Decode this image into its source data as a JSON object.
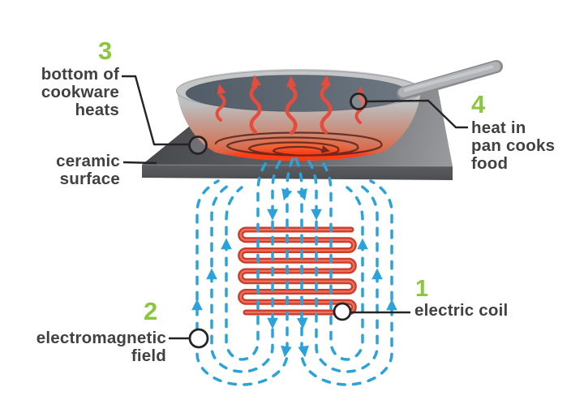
{
  "steps": {
    "one": {
      "number": "1",
      "lines": [
        "electric coil"
      ]
    },
    "two": {
      "number": "2",
      "lines": [
        "electromagnetic",
        "field"
      ]
    },
    "three": {
      "number": "3",
      "lines": [
        "bottom of",
        "cookware",
        "heats"
      ]
    },
    "four": {
      "number": "4",
      "lines": [
        "heat in",
        "pan cooks",
        "food"
      ]
    }
  },
  "surface_label": {
    "lines": [
      "ceramic",
      "surface"
    ]
  },
  "colors": {
    "background": "#FFFFFF",
    "step-number-green": "#8CC63F",
    "label-text": "#414042",
    "field-blue": "#2BA3DA",
    "coil-red": "#CE3D2B",
    "coil-highlight": "#EE7E66",
    "heat-red": "#E64C3C",
    "spiral-dark": "#5E241B",
    "glow-red": "#FF3A15",
    "callout-dark": "#262324"
  }
}
